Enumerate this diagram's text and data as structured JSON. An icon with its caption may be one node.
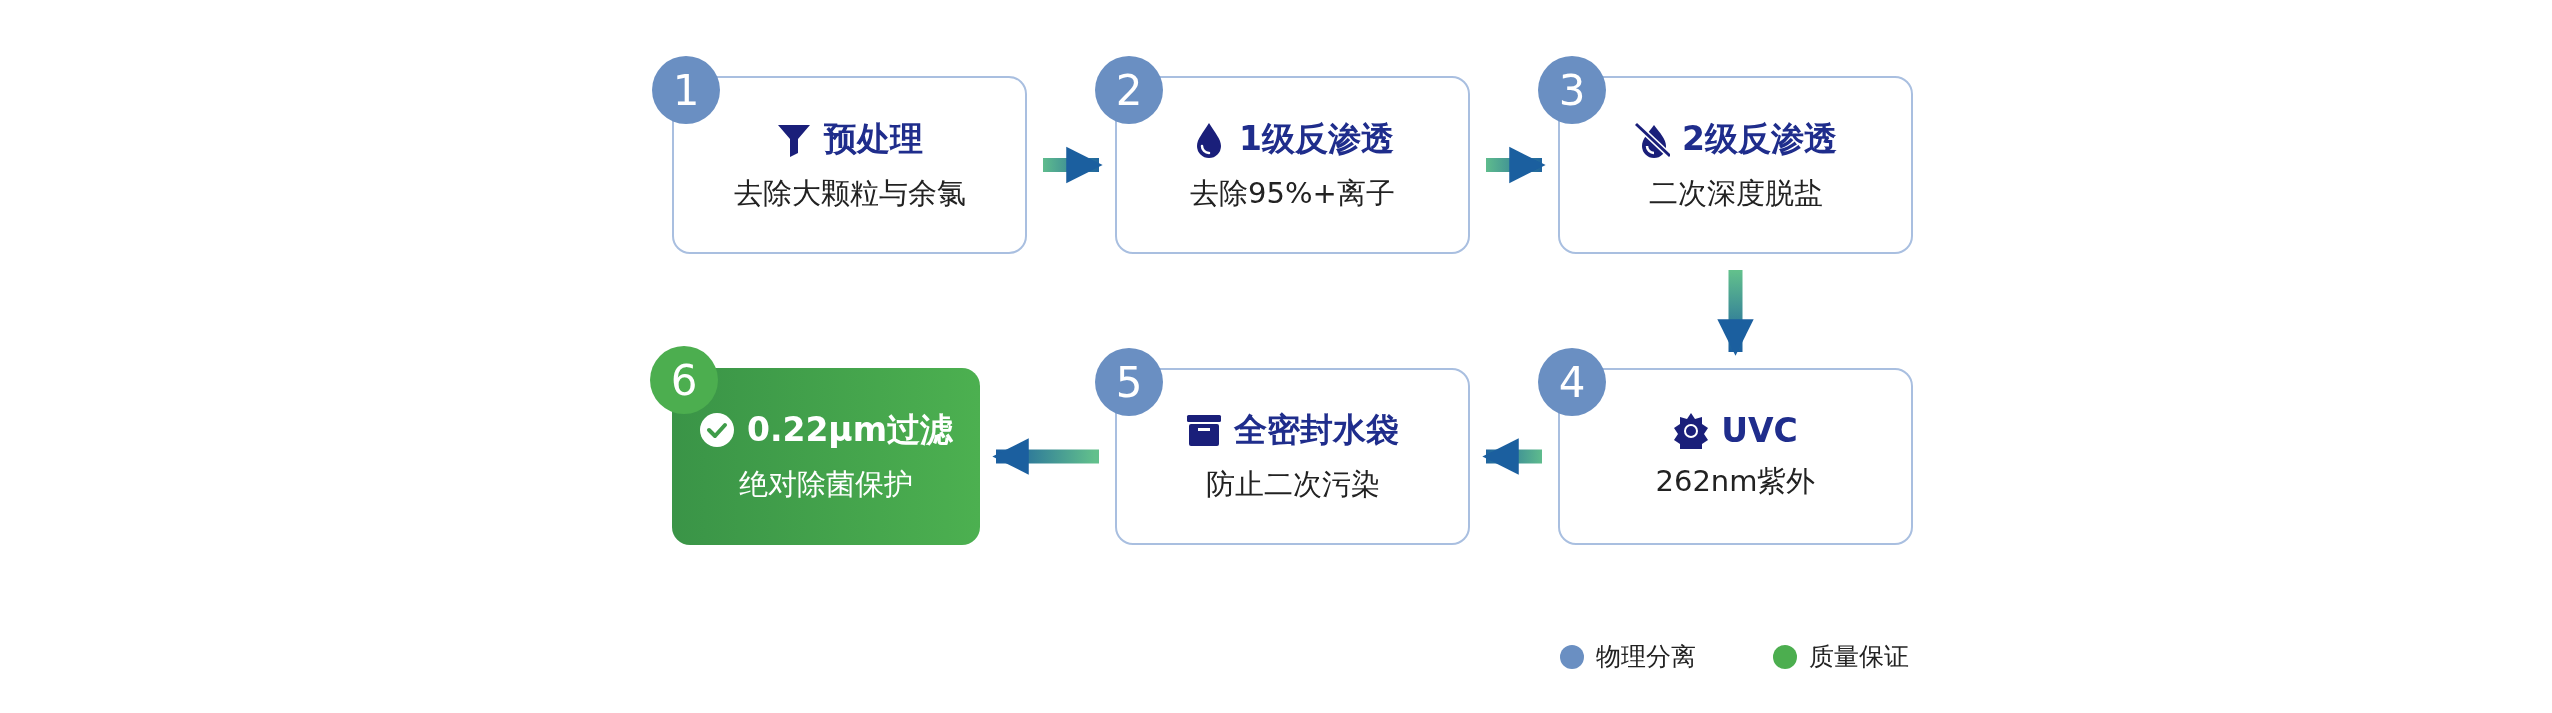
{
  "diagram": {
    "nodes": [
      {
        "text": [
          "1",
          "预处理",
          "去除大颗粒与余氯"
        ]
      },
      {
        "text": [
          "2",
          "1级反渗透",
          "去除95%+离子"
        ]
      },
      {
        "text": [
          "3",
          "2级反渗透",
          "二次深度脱盐"
        ]
      },
      {
        "text": [
          "4",
          "UVC",
          "262nm紫外"
        ]
      },
      {
        "text": [
          "5",
          "全密封水袋",
          "防止二次污染"
        ]
      },
      {
        "text": [
          "6",
          "0.22μm过滤",
          "绝对除菌保护"
        ]
      }
    ],
    "edges": [
      {
        "from": 0,
        "to": 1,
        "arrow": "to"
      },
      {
        "from": 1,
        "to": 2,
        "arrow": "to"
      },
      {
        "from": 2,
        "to": 3,
        "arrow": "to"
      },
      {
        "from": 3,
        "to": 4,
        "arrow": "to"
      },
      {
        "from": 4,
        "to": 5,
        "arrow": "to"
      }
    ],
    "legend": [
      {
        "text": "物理分离",
        "color": "#6a8fc2"
      },
      {
        "text": "质量保证",
        "color": "#4cae4f"
      }
    ]
  }
}
